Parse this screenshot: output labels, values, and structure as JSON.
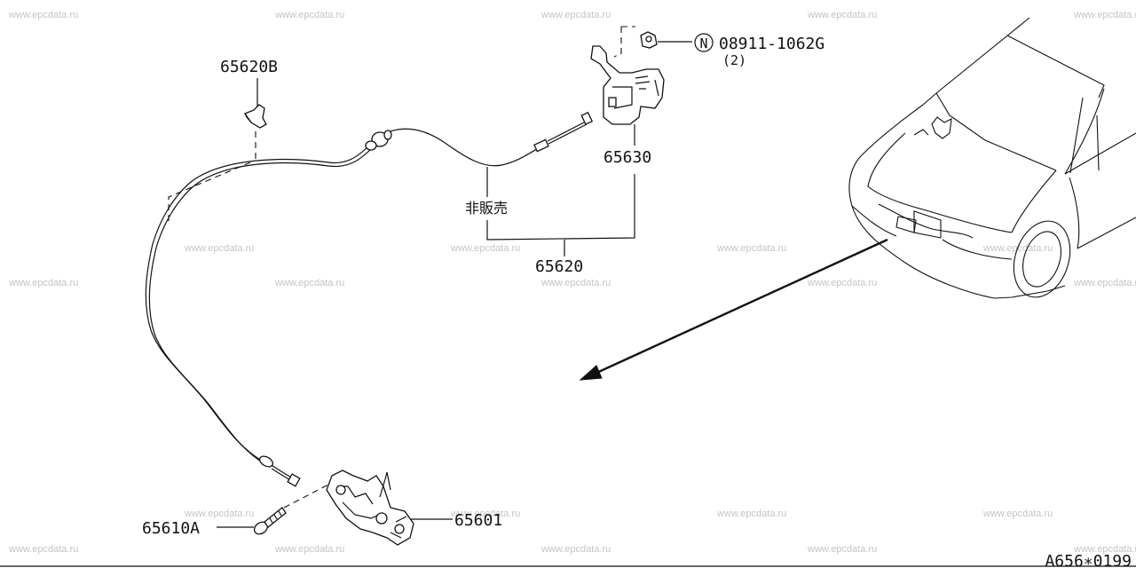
{
  "watermark": "www.epcdata.ru",
  "labels": {
    "hood_lock_control_b": "65620B",
    "hood_lock_control": "65620",
    "handle": "65630",
    "not_for_sale": "非販売",
    "lock_assembly": "65601",
    "bolt": "65610A",
    "nut_part_no": "08911-1062G",
    "nut_qty": "(2)",
    "nut_symbol": "N",
    "drawing_code": "A656∗0199"
  }
}
